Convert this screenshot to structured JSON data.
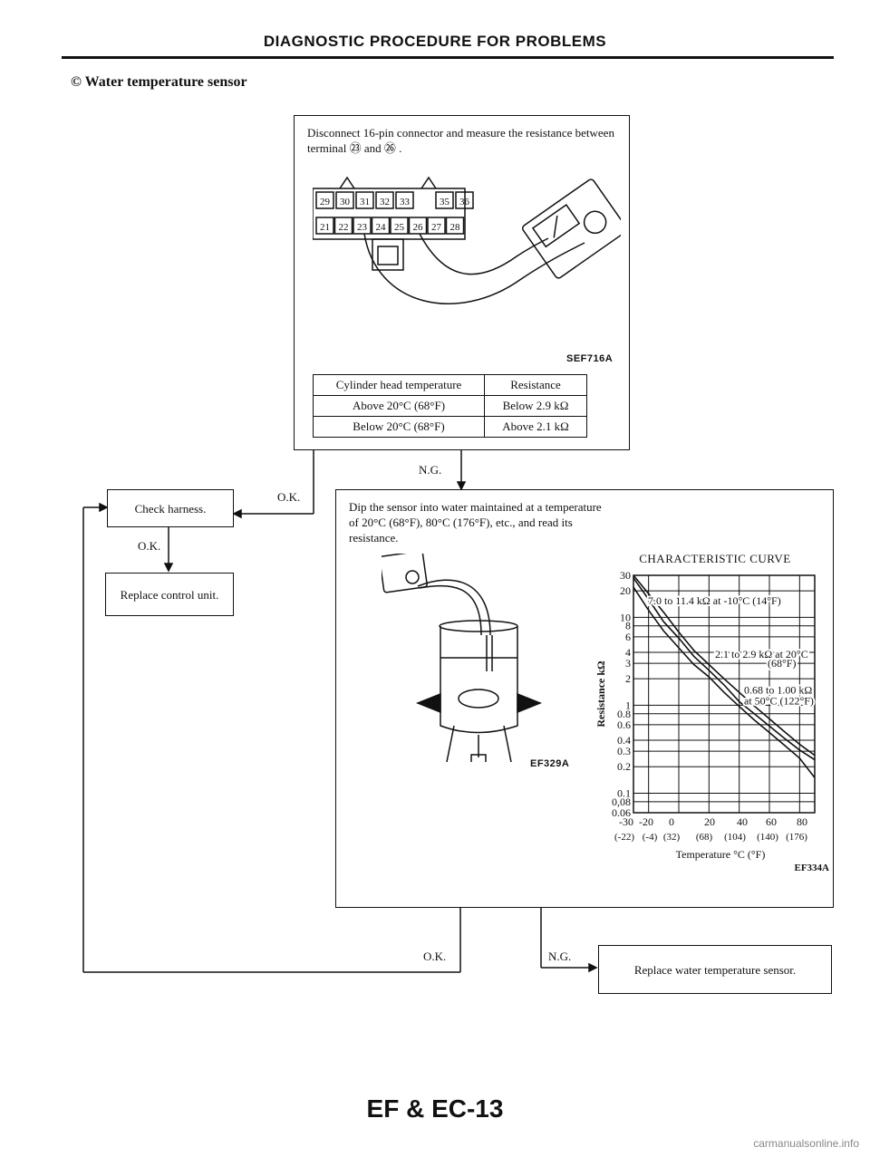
{
  "page": {
    "header": "DIAGNOSTIC PROCEDURE FOR PROBLEMS",
    "section_marker": "©",
    "section_title": "Water temperature sensor",
    "footer": "EF & EC-13",
    "watermark": "carmanualsonline.info"
  },
  "step1": {
    "instruction": "Disconnect 16-pin connector and measure the resistance between terminal ㉓ and ㉖ .",
    "figure_code": "SEF716A",
    "connector_top_pins": [
      "29",
      "30",
      "31",
      "32",
      "33",
      "35",
      "36"
    ],
    "connector_bottom_pins": [
      "21",
      "22",
      "23",
      "24",
      "25",
      "26",
      "27",
      "28"
    ],
    "table": {
      "headers": [
        "Cylinder head temperature",
        "Resistance"
      ],
      "rows": [
        [
          "Above 20°C (68°F)",
          "Below 2.9 kΩ"
        ],
        [
          "Below 20°C (68°F)",
          "Above 2.1 kΩ"
        ]
      ]
    }
  },
  "flow": {
    "ok": "O.K.",
    "ng": "N.G.",
    "check_harness": "Check harness.",
    "replace_control_unit": "Replace control unit.",
    "replace_sensor": "Replace water temperature sensor."
  },
  "step2": {
    "instruction": "Dip the sensor into water maintained at a temperature of 20°C (68°F), 80°C (176°F), etc., and read its resistance.",
    "figure_code": "EF329A"
  },
  "chart_data": {
    "type": "line",
    "title": "CHARACTERISTIC CURVE",
    "xlabel": "Temperature °C (°F)",
    "ylabel": "Resistance kΩ",
    "figure_code": "EF334A",
    "scale_y": "log",
    "xlim": [
      -30,
      90
    ],
    "ylim": [
      0.06,
      30
    ],
    "x_tick_labels": [
      "-30",
      "-20",
      "0",
      "20",
      "40",
      "60",
      "80"
    ],
    "x_tick_labels_f": [
      "(-22)",
      "(-4)",
      "(32)",
      "(68)",
      "(104)",
      "(140)",
      "(176)"
    ],
    "y_tick_labels": [
      "30",
      "20",
      "10",
      "8",
      "6",
      "4",
      "3",
      "2",
      "1",
      "0.8",
      "0.6",
      "0.4",
      "0.3",
      "0.2",
      "0.1",
      "0,08",
      "0.06"
    ],
    "y_tick_values": [
      30,
      20,
      10,
      8,
      6,
      4,
      3,
      2,
      1,
      0.8,
      0.6,
      0.4,
      0.3,
      0.2,
      0.1,
      0.08,
      0.06
    ],
    "series": [
      {
        "x": [
          -30,
          -20,
          -10,
          0,
          10,
          20,
          30,
          40,
          50,
          60,
          70,
          80,
          90
        ],
        "y": [
          28,
          16,
          8.9,
          5.8,
          3.6,
          2.5,
          1.7,
          1.1,
          0.8,
          0.58,
          0.42,
          0.31,
          0.24
        ]
      },
      {
        "x": [
          -30,
          -20,
          -10,
          0,
          10,
          20,
          30,
          40,
          50,
          60,
          70,
          80,
          90
        ],
        "y": [
          30,
          18.5,
          11.4,
          6.8,
          4.2,
          2.9,
          2.0,
          1.4,
          0.98,
          0.7,
          0.5,
          0.36,
          0.27
        ]
      },
      {
        "x": [
          -30,
          -20,
          -10,
          0,
          10,
          20,
          30,
          40,
          50,
          60,
          70,
          80,
          90
        ],
        "y": [
          22,
          12,
          7.0,
          4.5,
          2.9,
          2.1,
          1.4,
          0.97,
          0.68,
          0.49,
          0.35,
          0.25,
          0.15
        ]
      }
    ],
    "annotations": [
      "7.0 to 11.4 kΩ at -10°C (14°F)",
      "2.1 to 2.9 kΩ at 20°C",
      "(68°F)",
      "0.68 to 1.00 kΩ",
      "at 50°C (122°F)"
    ],
    "grid": true
  }
}
